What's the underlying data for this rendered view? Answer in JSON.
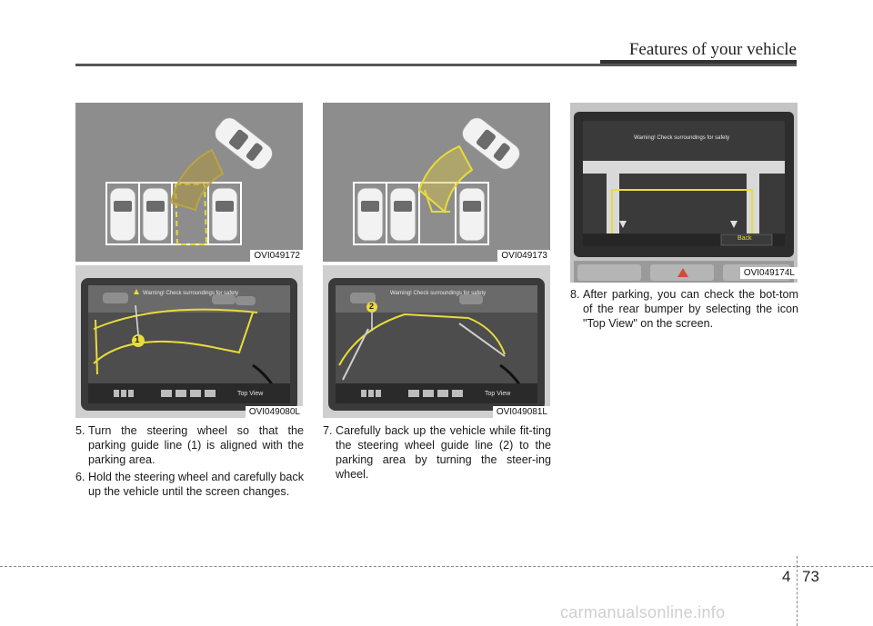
{
  "header": {
    "title": "Features of your vehicle"
  },
  "figures": [
    {
      "code": "OVI049172"
    },
    {
      "code": "OVI049080L",
      "marker": "1",
      "warning": "Warning! Check surroundings for safety",
      "button_label": "Top View"
    },
    {
      "code": "OVI049173"
    },
    {
      "code": "OVI049081L",
      "marker": "2",
      "warning": "Warning! Check surroundings for safety",
      "button_label": "Top View"
    },
    {
      "code": "OVI049174L",
      "warning": "Warning! Check surroundings for safety",
      "button_label": "Back"
    }
  ],
  "steps": [
    {
      "num": "5.",
      "text": "Turn the steering wheel so that the parking guide line (1) is aligned with the parking area."
    },
    {
      "num": "6.",
      "text": "Hold the steering wheel and carefully back up the vehicle until the screen changes."
    },
    {
      "num": "7.",
      "text": "Carefully back up the vehicle while fit-ting the steering wheel guide line (2) to the parking area by turning the steer-ing wheel."
    },
    {
      "num": "8.",
      "text": "After parking, you can check the bot-tom of the rear bumper by selecting the icon \"Top View\" on the screen."
    }
  ],
  "footer": {
    "chapter": "4",
    "page": "73",
    "watermark": "carmanualsonline.info"
  },
  "colors": {
    "guide_yellow": "#e7dc3a",
    "asphalt": "#8d8d8d",
    "screen": "#2b2b2b"
  }
}
